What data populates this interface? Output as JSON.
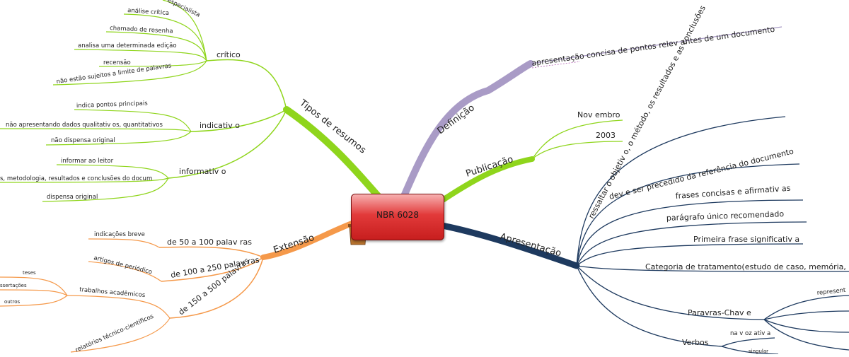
{
  "root": {
    "label": "NBR 6028"
  },
  "branches": {
    "definicao": {
      "label": "Definição",
      "color": "#a99bc6",
      "children": [
        "apresentação concisa de pontos relev antes de um documento"
      ]
    },
    "publicacao": {
      "label": "Publicação",
      "color": "#8fd51c",
      "children": [
        "Nov embro",
        "2003"
      ]
    },
    "apresentacao": {
      "label": "Apresentação",
      "color": "#1e3a5f",
      "children": [
        "ressaltar o objetiv o, o método, os resultados e as conclusões",
        "dev e ser precedido da referência do documento",
        "frases concisas e afirmativ as",
        "parágrafo único recomendado",
        "Primeira frase significativ a",
        "Categoria de tratamento(estudo de caso, memória,",
        "Paravras-Chav e",
        "Verbos"
      ],
      "palavras_chave_children": [
        "represent"
      ],
      "verbos_children": [
        "na v oz ativ a",
        "singular"
      ]
    },
    "tipos": {
      "label": "Tipos de resumos",
      "color": "#8fd51c",
      "critico": {
        "label": "crítico",
        "children": [
          "especialista",
          "análise crítica",
          "chamado de resenha",
          "analisa uma determinada edição",
          "recensão",
          "não estão sujeitos a limite de palavras"
        ]
      },
      "indicativo": {
        "label": "indicativ o",
        "children": [
          "indica pontos principais",
          "não apresentando dados qualitativ os, quantitativos",
          "não dispensa original"
        ]
      },
      "informativo": {
        "label": "informativ o",
        "children": [
          "informar ao leitor",
          "s, metodologia, resultados e conclusões do docum",
          "dispensa original"
        ]
      }
    },
    "extensao": {
      "label": "Extensão",
      "color": "#f5994a",
      "e1": {
        "label": "de 50 a 100 palav ras",
        "children": [
          "indicações breve"
        ]
      },
      "e2": {
        "label": "de 100 a 250 palav ras",
        "children": [
          "artigos de periódico"
        ]
      },
      "e3": {
        "label": "de 150 a 500 palavras",
        "children": [
          "relatórios técnico-científicos"
        ],
        "trabalhos": {
          "label": "trabalhos acadêmicos",
          "children": [
            "teses",
            "ssertações",
            "outros"
          ]
        }
      }
    }
  }
}
